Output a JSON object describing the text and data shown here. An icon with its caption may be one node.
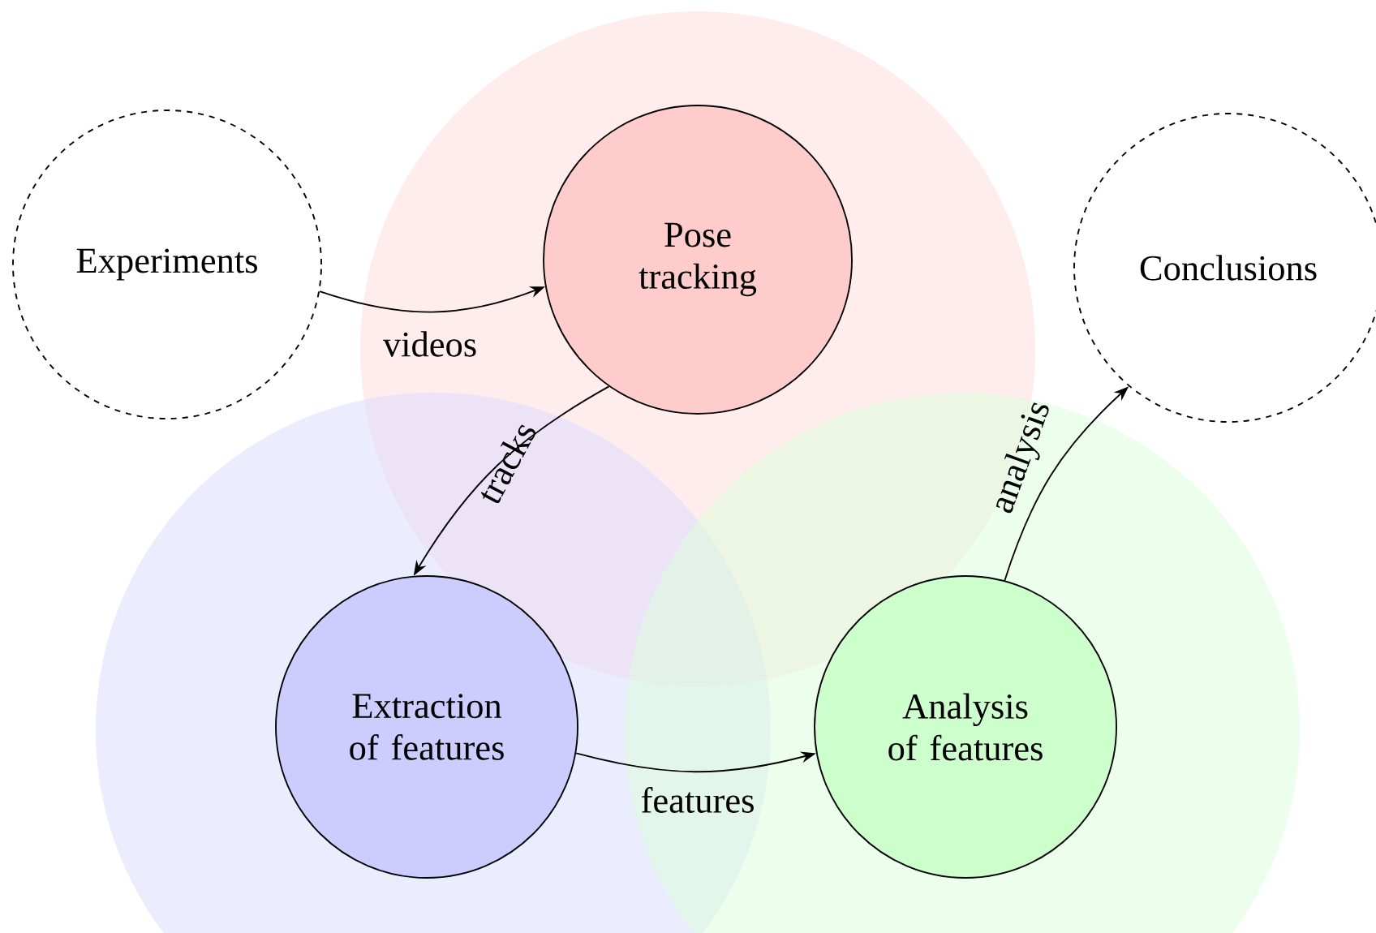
{
  "diagram": {
    "nodes": [
      {
        "text": [
          "Experiments"
        ]
      },
      {
        "text": [
          "Pose tracking"
        ]
      },
      {
        "text": [
          "Conclusions"
        ]
      },
      {
        "text": [
          "Extraction of features"
        ]
      },
      {
        "text": [
          "Analysis of features"
        ]
      }
    ],
    "edges": [
      {
        "from": 0,
        "to": 1,
        "arrow": "to",
        "label": "videos"
      },
      {
        "from": 1,
        "to": 3,
        "arrow": "to",
        "label": "tracks"
      },
      {
        "from": 3,
        "to": 4,
        "arrow": "to",
        "label": "features"
      },
      {
        "from": 4,
        "to": 2,
        "arrow": "to",
        "label": "analysis"
      }
    ]
  }
}
